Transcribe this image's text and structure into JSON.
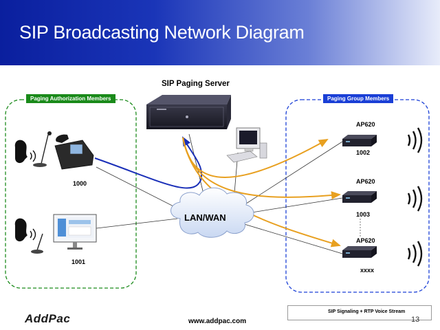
{
  "header": {
    "title": "SIP Broadcasting Network Diagram"
  },
  "server": {
    "title": "SIP Paging Server"
  },
  "network": {
    "cloud_label": "LAN/WAN"
  },
  "left_group": {
    "title": "Paging Authorization  Members",
    "title_bg": "#1a8a1a",
    "border_color": "#1a8a1a",
    "members": [
      {
        "label": "1000",
        "device": "ip-phone"
      },
      {
        "label": "1001",
        "device": "pc-console"
      }
    ]
  },
  "right_group": {
    "title": "Paging Group Members",
    "title_bg": "#1a3fd6",
    "border_color": "#1a3fd6",
    "gateways": [
      {
        "model": "AP620",
        "label": "1002"
      },
      {
        "model": "AP620",
        "label": "1003"
      },
      {
        "model": "AP620",
        "label": "xxxx"
      }
    ]
  },
  "legend": {
    "label": "SIP Signaling + RTP Voice Stream",
    "line_color": "#1a2fb8"
  },
  "stream_color": "#e8a020",
  "footer": {
    "logo": "AddPac",
    "website": "www.addpac.com",
    "page": "13"
  }
}
